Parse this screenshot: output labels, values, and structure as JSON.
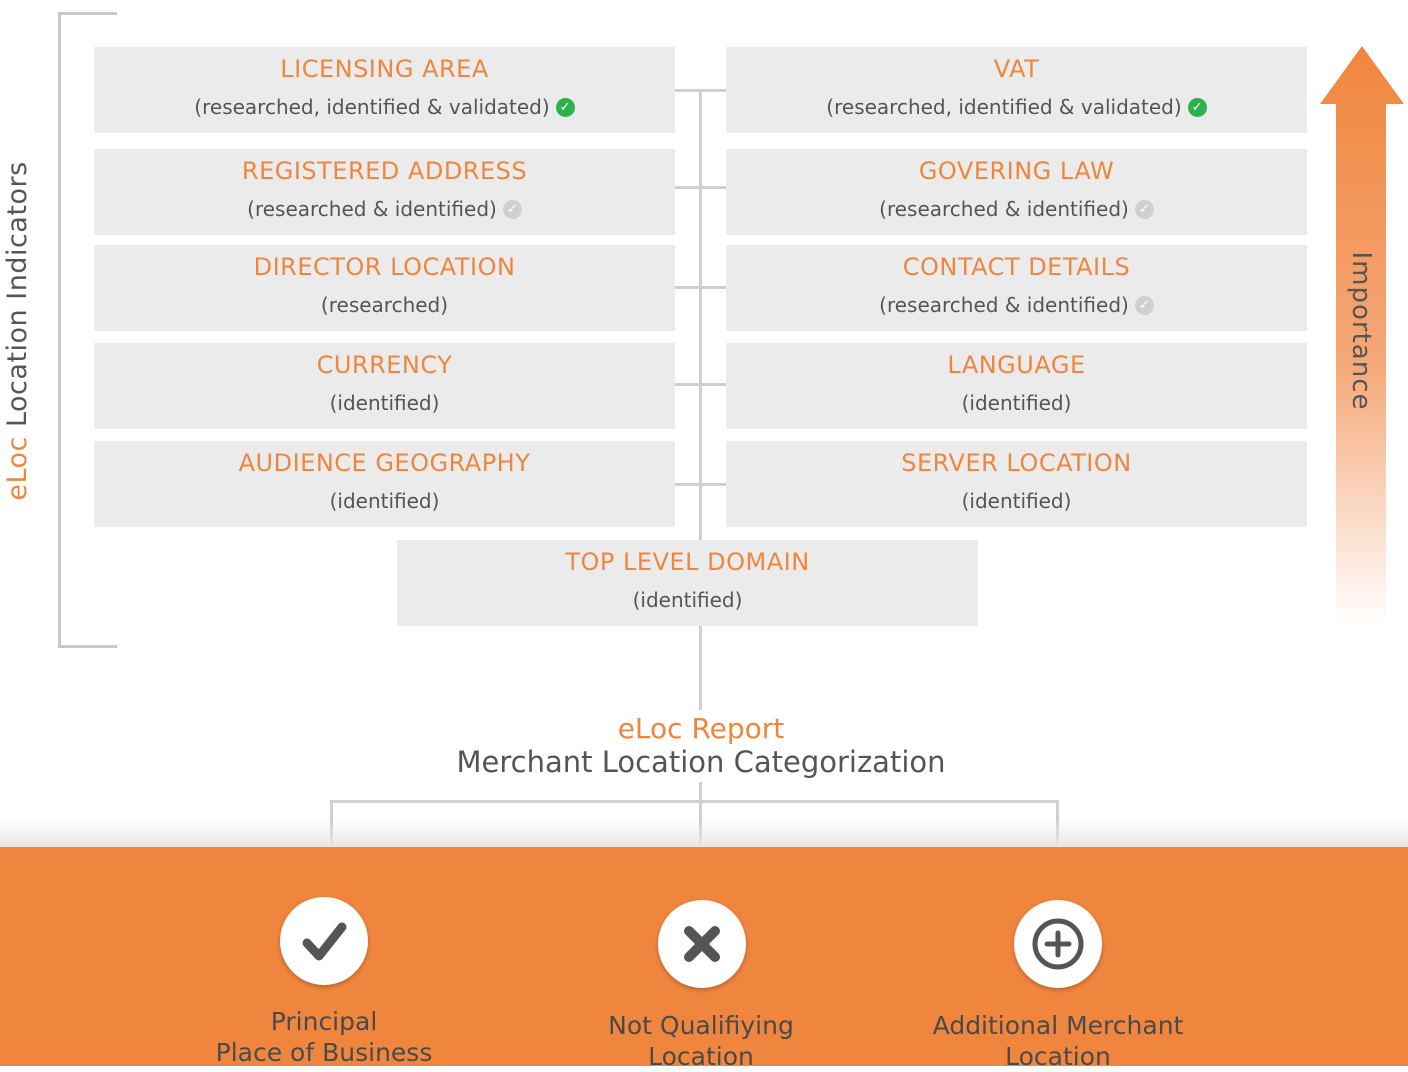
{
  "side_label": {
    "accent": "eLoc",
    "rest": " Location Indicators"
  },
  "importance_label": "Importance",
  "indicators_left": [
    {
      "title": "LICENSING AREA",
      "status": "(researched, identified & validated)",
      "badge": "green"
    },
    {
      "title": "REGISTERED ADDRESS",
      "status": "(researched & identified)",
      "badge": "grey"
    },
    {
      "title": "DIRECTOR LOCATION",
      "status": "(researched)",
      "badge": "none"
    },
    {
      "title": "CURRENCY",
      "status": "(identified)",
      "badge": "none"
    },
    {
      "title": "AUDIENCE GEOGRAPHY",
      "status": "(identified)",
      "badge": "none"
    }
  ],
  "indicators_right": [
    {
      "title": "VAT",
      "status": "(researched, identified & validated)",
      "badge": "green"
    },
    {
      "title": "GOVERING LAW",
      "status": "(researched & identified)",
      "badge": "grey"
    },
    {
      "title": "CONTACT DETAILS",
      "status": "(researched & identified)",
      "badge": "grey"
    },
    {
      "title": "LANGUAGE",
      "status": "(identified)",
      "badge": "none"
    },
    {
      "title": "SERVER LOCATION",
      "status": "(identified)",
      "badge": "none"
    }
  ],
  "indicator_bottom": {
    "title": "TOP LEVEL DOMAIN",
    "status": "(identified)"
  },
  "report": {
    "title": "eLoc Report",
    "subtitle": "Merchant Location Categorization"
  },
  "categories": [
    {
      "icon": "checkmark-icon",
      "line1": "Principal",
      "line2": "Place of Business"
    },
    {
      "icon": "x-icon",
      "line1": "Not Qualifiying",
      "line2": "Location"
    },
    {
      "icon": "plus-icon",
      "line1": "Additional Merchant",
      "line2": "Location"
    }
  ],
  "colors": {
    "accent": "#f0863e",
    "text": "#555555",
    "box": "#ebebeb",
    "validated": "#2bb24c",
    "identified": "#d0d0d0"
  }
}
